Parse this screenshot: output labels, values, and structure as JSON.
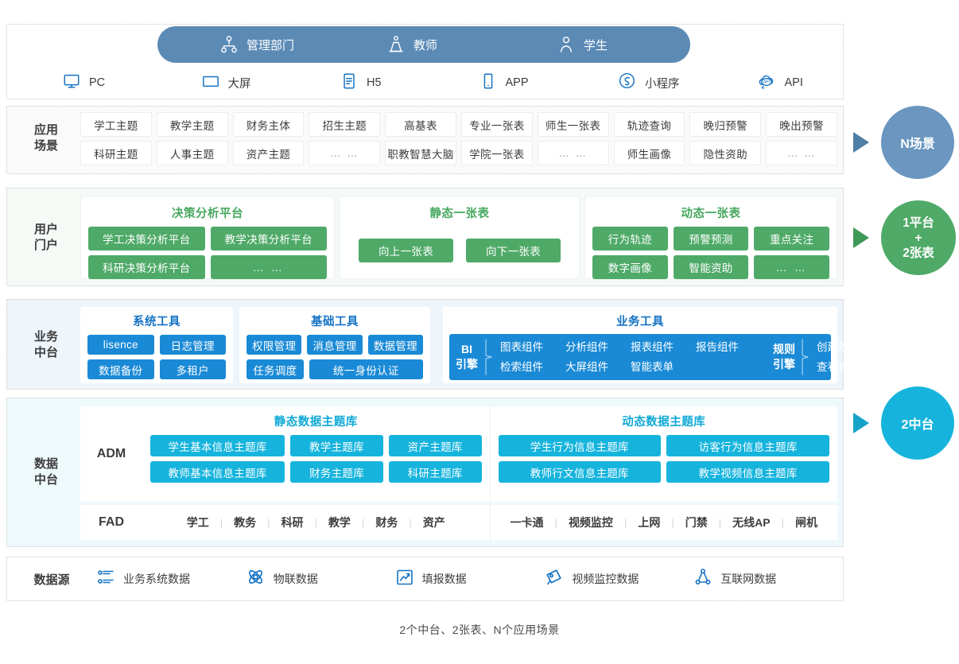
{
  "roles": {
    "items": [
      {
        "label": "管理部门",
        "icon": "org-chart-icon"
      },
      {
        "label": "教师",
        "icon": "teacher-icon"
      },
      {
        "label": "学生",
        "icon": "student-icon"
      }
    ]
  },
  "channels": {
    "items": [
      {
        "label": "PC",
        "icon": "monitor-icon"
      },
      {
        "label": "大屏",
        "icon": "large-screen-icon"
      },
      {
        "label": "H5",
        "icon": "h5-icon"
      },
      {
        "label": "APP",
        "icon": "mobile-app-icon"
      },
      {
        "label": "小程序",
        "icon": "mini-program-icon"
      },
      {
        "label": "API",
        "icon": "api-cloud-icon"
      }
    ]
  },
  "app_scenarios": {
    "side_label_line1": "应用",
    "side_label_line2": "场景",
    "row1": [
      "学工主题",
      "教学主题",
      "财务主体",
      "招生主题",
      "高基表",
      "专业一张表",
      "师生一张表",
      "轨迹查询",
      "晚归预警",
      "晚出预警"
    ],
    "row2": [
      "科研主题",
      "人事主题",
      "资产主题",
      "… …",
      "职教智慧大脑",
      "学院一张表",
      "… …",
      "师生画像",
      "隐性资助",
      "… …"
    ]
  },
  "user_portal": {
    "side_label_line1": "用户",
    "side_label_line2": "门户",
    "panels": [
      {
        "title": "决策分析平台",
        "rows": [
          [
            "学工决策分析平台",
            "教学决策分析平台"
          ],
          [
            "科研决策分析平台",
            "… …"
          ]
        ]
      },
      {
        "title": "静态一张表",
        "rows": [
          [
            "向上一张表",
            "向下一张表"
          ]
        ]
      },
      {
        "title": "动态一张表",
        "rows": [
          [
            "行为轨迹",
            "预警预测",
            "重点关注"
          ],
          [
            "数字画像",
            "智能资助",
            "… …"
          ]
        ]
      }
    ]
  },
  "business_platform": {
    "side_label_line1": "业务",
    "side_label_line2": "中台",
    "system_tools": {
      "title": "系统工具",
      "rows": [
        [
          "lisence",
          "日志管理"
        ],
        [
          "数据备份",
          "多租户"
        ]
      ]
    },
    "base_tools": {
      "title": "基础工具",
      "rows": [
        [
          "权限管理",
          "消息管理",
          "数据管理"
        ],
        [
          "任务调度",
          "统一身份认证"
        ]
      ]
    },
    "biz_tools": {
      "title": "业务工具",
      "engines": [
        {
          "name_line1": "BI",
          "name_line2": "引擎",
          "row1": [
            "图表组件",
            "分析组件",
            "报表组件",
            "报告组件"
          ],
          "row2": [
            "检索组件",
            "大屏组件",
            "智能表单"
          ]
        },
        {
          "name_line1": "规则",
          "name_line2": "引擎",
          "row1": [
            "创建规则"
          ],
          "row2": [
            "查看规则"
          ]
        }
      ]
    }
  },
  "data_platform": {
    "side_label_line1": "数据",
    "side_label_line2": "中台",
    "adm_tag": "ADM",
    "fad_tag": "FAD",
    "static_repo": {
      "title": "静态数据主题库",
      "rows": [
        [
          "学生基本信息主题库",
          "教学主题库",
          "资产主题库"
        ],
        [
          "教师基本信息主题库",
          "财务主题库",
          "科研主题库"
        ]
      ]
    },
    "dynamic_repo": {
      "title": "动态数据主题库",
      "rows": [
        [
          "学生行为信息主题库",
          "访客行为信息主题库"
        ],
        [
          "教师行文信息主题库",
          "教学视频信息主题库"
        ]
      ]
    },
    "fad_static": [
      "学工",
      "教务",
      "科研",
      "教学",
      "财务",
      "资产"
    ],
    "fad_dynamic": [
      "一卡通",
      "视频监控",
      "上网",
      "门禁",
      "无线AP",
      "闸机"
    ]
  },
  "data_source": {
    "title": "数据源",
    "items": [
      {
        "label": "业务系统数据",
        "icon": "list-settings-icon"
      },
      {
        "label": "物联数据",
        "icon": "iot-atom-icon"
      },
      {
        "label": "填报数据",
        "icon": "chart-report-icon"
      },
      {
        "label": "视频监控数据",
        "icon": "video-camera-icon"
      },
      {
        "label": "互联网数据",
        "icon": "internet-node-icon"
      }
    ]
  },
  "badges": [
    {
      "name": "scene",
      "text": "N场景",
      "color": "#6a96bf"
    },
    {
      "name": "platform",
      "line1": "1平台",
      "line2": "+",
      "line3": "2张表",
      "color": "#4faa68"
    },
    {
      "name": "middle-platform",
      "text": "2中台",
      "color": "#16b4dd"
    }
  ],
  "caption": "2个中台、2张表、N个应用场景",
  "colors": {
    "role_pill": "#5b8ab5",
    "green": "#4faa68",
    "blue": "#1a8ad6",
    "cyan": "#16b4dd"
  }
}
